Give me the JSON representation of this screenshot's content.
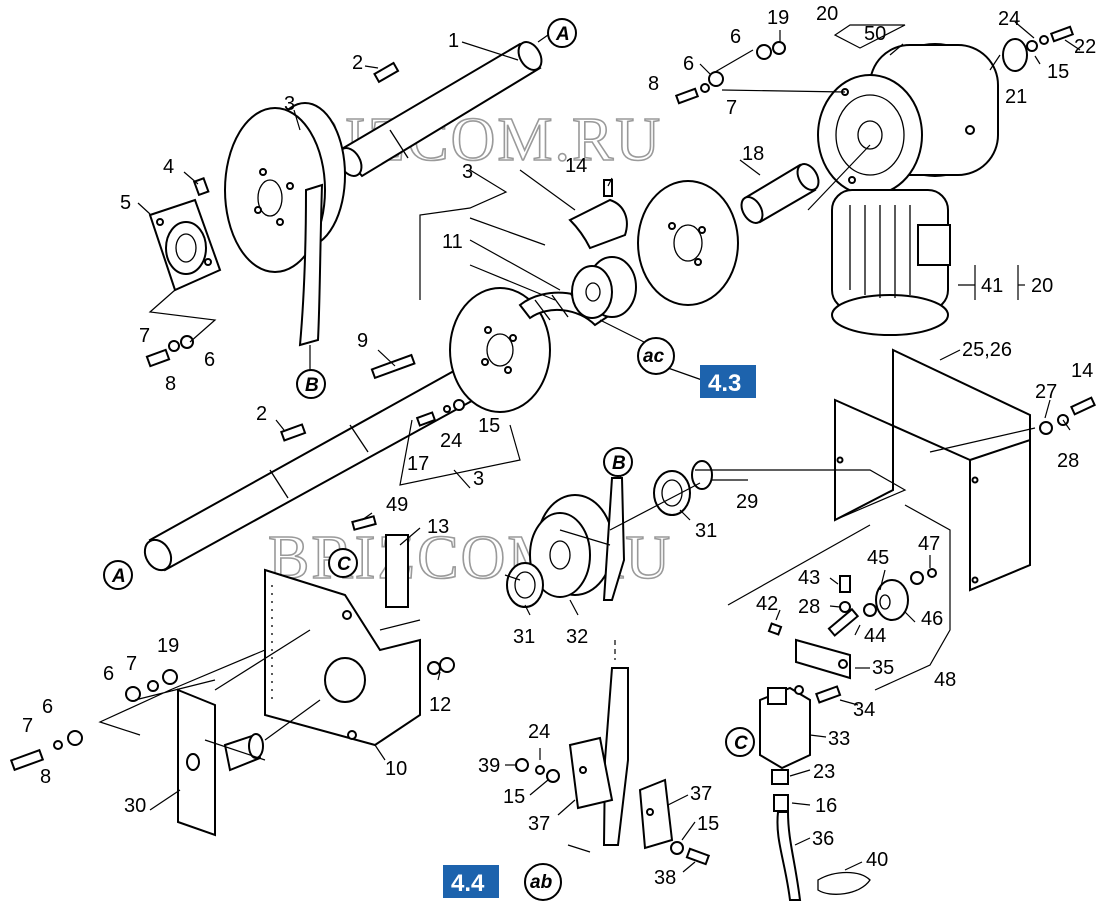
{
  "watermark": [
    "BRIZCOM.RU",
    "BRIZCOM.RU"
  ],
  "references": [
    "4.3",
    "4.4"
  ],
  "connectors": {
    "a": "A",
    "b": "B",
    "c": "C",
    "ac": "ac",
    "ab": "ab"
  },
  "callouts": {
    "n1": "1",
    "n2a": "2",
    "n3a": "3",
    "n4": "4",
    "n5": "5",
    "n7a": "7",
    "n6a": "6",
    "n8a": "8",
    "n9": "9",
    "n2b": "2",
    "n17": "17",
    "n24a": "24",
    "n15a": "15",
    "n3c": "3",
    "n3b": "3",
    "n14a": "14",
    "n11": "11",
    "n6b": "6",
    "n19a": "19",
    "n6c": "6",
    "n8b": "8",
    "n7b": "7",
    "n18": "18",
    "n20a": "20",
    "n50": "50",
    "n24b": "24",
    "n22": "22",
    "n15b": "15",
    "n21": "21",
    "n41": "41",
    "n20b": "20",
    "n2526": "25,26",
    "n14b": "14",
    "n27": "27",
    "n28a": "28",
    "n29": "29",
    "n31a": "31",
    "n31b": "31",
    "n32": "32",
    "n49": "49",
    "n13": "13",
    "n12": "12",
    "n10": "10",
    "n6d": "6",
    "n7c": "7",
    "n19b": "19",
    "n6e": "6",
    "n7d": "7",
    "n8c": "8",
    "n30": "30",
    "n47": "47",
    "n45": "45",
    "n43": "43",
    "n28b": "28",
    "n42": "42",
    "n44": "44",
    "n46": "46",
    "n35": "35",
    "n48": "48",
    "n34": "34",
    "n33": "33",
    "n23": "23",
    "n16": "16",
    "n36": "36",
    "n40": "40",
    "n24c": "24",
    "n39": "39",
    "n15c": "15",
    "n37a": "37",
    "n37b": "37",
    "n15d": "15",
    "n38": "38"
  }
}
